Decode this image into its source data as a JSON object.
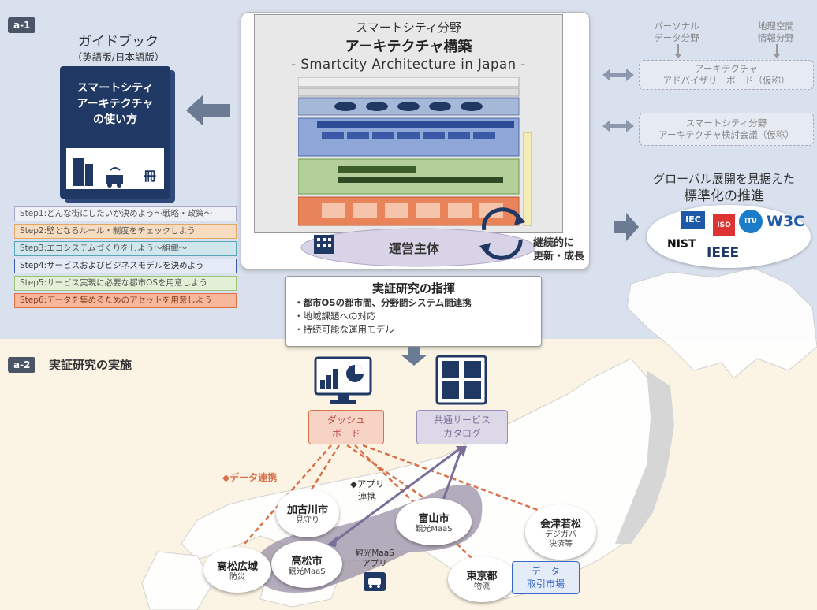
{
  "section_a1": {
    "tag": "a-1"
  },
  "guidebook": {
    "title": "ガイドブック",
    "subtitle": "（英語版/日本語版）",
    "book_line1": "スマートシティ",
    "book_line2": "アーキテクチャ",
    "book_line3": "の使い方",
    "book_glyph": "冊"
  },
  "steps": [
    {
      "label": "Step1:どんな街にしたいか決めよう～戦略・政策～",
      "border": "#a9a9c9",
      "bg": "#eef0f6",
      "color": "#555"
    },
    {
      "label": "Step2:壁となるルール・制度をチェックしよう",
      "border": "#e0a66a",
      "bg": "#f7dcc0",
      "color": "#555"
    },
    {
      "label": "Step3:エコシステムづくりをしよう～組織～",
      "border": "#5aa6b8",
      "bg": "#cfe6ec",
      "color": "#555"
    },
    {
      "label": "Step4:サービスおよびビジネスモデルを決めよう",
      "border": "#3a5aa8",
      "bg": "#e4eaf6",
      "color": "#333"
    },
    {
      "label": "Step5:サービス実現に必要な都市OSを用意しよう",
      "border": "#9cc27a",
      "bg": "#e3efd6",
      "color": "#555"
    },
    {
      "label": "Step6:データを集めるためのアセットを用意しよう",
      "border": "#e0704a",
      "bg": "#f6b79a",
      "color": "#8a3a1a"
    }
  ],
  "architecture": {
    "field": "スマートシティ分野",
    "title": "アーキテクチャ構築",
    "english": "- Smartcity Architecture in Japan -"
  },
  "operator": {
    "label": "運営主体",
    "cycle_line1": "継続的に",
    "cycle_line2": "更新・成長"
  },
  "right_top": {
    "personal_line1": "パーソナル",
    "personal_line2": "データ分野",
    "geo_line1": "地理空間",
    "geo_line2": "情報分野",
    "board_line1": "アーキテクチャ",
    "board_line2": "アドバイザリーボード（仮称）",
    "council_line1": "スマートシティ分野",
    "council_line2": "アーキテクチャ検討会議（仮称）"
  },
  "global": {
    "title_line1": "グローバル展開を見据えた",
    "title_line2": "標準化の推進",
    "logos": [
      "IEC",
      "ISO",
      "ITU",
      "W3C",
      "NIST",
      "IEEE"
    ]
  },
  "command": {
    "title": "実証研究の指揮",
    "bullets": [
      "・都市OSの都市間、分野間システム間連携",
      "・地域課題への対応",
      "・持続可能な運用モデル"
    ]
  },
  "section_a2": {
    "tag": "a-2",
    "title": "実証研究の実施"
  },
  "dashboard": {
    "line1": "ダッシュ",
    "line2": "ボード"
  },
  "catalog": {
    "line1": "共通サービス",
    "line2": "カタログ"
  },
  "links": {
    "data": "◆データ連携",
    "app_line1": "◆アプリ",
    "app_line2": "連携",
    "maas_line1": "観光MaaS",
    "maas_line2": "アプリ"
  },
  "cities": [
    {
      "name": "加古川市",
      "sub": "見守り"
    },
    {
      "name": "富山市",
      "sub": "観光MaaS"
    },
    {
      "name": "会津若松",
      "sub": "デジガバ\n決済等"
    },
    {
      "name": "高松市",
      "sub": "観光MaaS"
    },
    {
      "name": "高松広域",
      "sub": "防災"
    },
    {
      "name": "東京都",
      "sub": "物流"
    }
  ],
  "data_market": {
    "line1": "データ",
    "line2": "取引市場"
  },
  "colors": {
    "top_bg": "#d9e1ef",
    "bottom_bg": "#fbf3e3",
    "book_navy": "#1f3864",
    "accent_orange": "#d9704a",
    "arrow_gray": "#6b7b93"
  }
}
